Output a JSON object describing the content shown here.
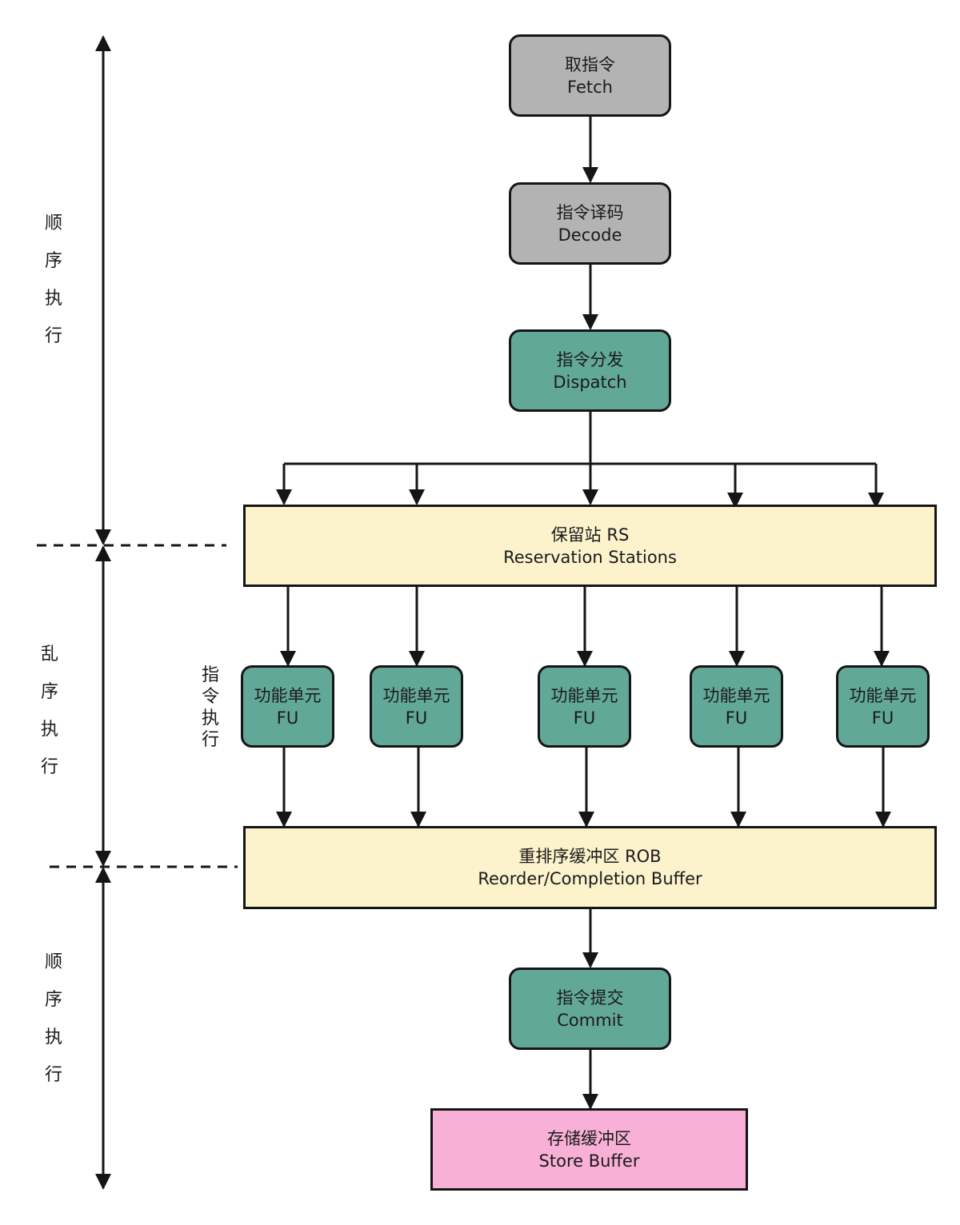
{
  "stages": {
    "fetch": {
      "zh": "取指令",
      "en": "Fetch"
    },
    "decode": {
      "zh": "指令译码",
      "en": "Decode"
    },
    "dispatch": {
      "zh": "指令分发",
      "en": "Dispatch"
    },
    "reservation_stations": {
      "zh": "保留站 RS",
      "en": "Reservation Stations"
    },
    "functional_units": [
      {
        "zh": "功能单元",
        "en": "FU"
      },
      {
        "zh": "功能单元",
        "en": "FU"
      },
      {
        "zh": "功能单元",
        "en": "FU"
      },
      {
        "zh": "功能单元",
        "en": "FU"
      },
      {
        "zh": "功能单元",
        "en": "FU"
      }
    ],
    "rob": {
      "zh": "重排序缓冲区 ROB",
      "en": "Reorder/Completion Buffer"
    },
    "commit": {
      "zh": "指令提交",
      "en": "Commit"
    },
    "store_buffer": {
      "zh": "存储缓冲区",
      "en": "Store Buffer"
    }
  },
  "phases": {
    "in_order_top": [
      "顺",
      "序",
      "执",
      "行"
    ],
    "out_of_order": [
      "乱",
      "序",
      "执",
      "行"
    ],
    "in_order_bottom": [
      "顺",
      "序",
      "执",
      "行"
    ]
  },
  "fu_execute_label": [
    "指",
    "令",
    "执",
    "行"
  ],
  "colors": {
    "frontend_gray": "#b3b3b3",
    "stage_teal": "#62a899",
    "buffer_cream": "#fcf2cc",
    "store_pink": "#f8b0d6",
    "line": "#151515"
  }
}
